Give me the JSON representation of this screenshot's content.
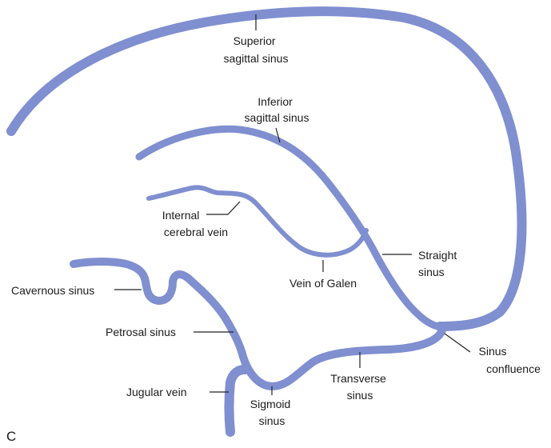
{
  "figure": {
    "panel_letter": "C",
    "vessel_color": "#7f8fd0"
  },
  "labels": {
    "superior_sagittal": [
      "Superior",
      "sagittal sinus"
    ],
    "inferior_sagittal": [
      "Inferior",
      "sagittal sinus"
    ],
    "internal_cerebral": [
      "Internal",
      "cerebral vein"
    ],
    "vein_of_galen": [
      "Vein of Galen"
    ],
    "straight_sinus": [
      "Straight",
      "sinus"
    ],
    "cavernous_sinus": [
      "Cavernous sinus"
    ],
    "petrosal_sinus": [
      "Petrosal sinus"
    ],
    "sinus_confluence": [
      "Sinus",
      "confluence"
    ],
    "transverse_sinus": [
      "Transverse",
      "sinus"
    ],
    "jugular_vein": [
      "Jugular vein"
    ],
    "sigmoid_sinus": [
      "Sigmoid",
      "sinus"
    ]
  }
}
